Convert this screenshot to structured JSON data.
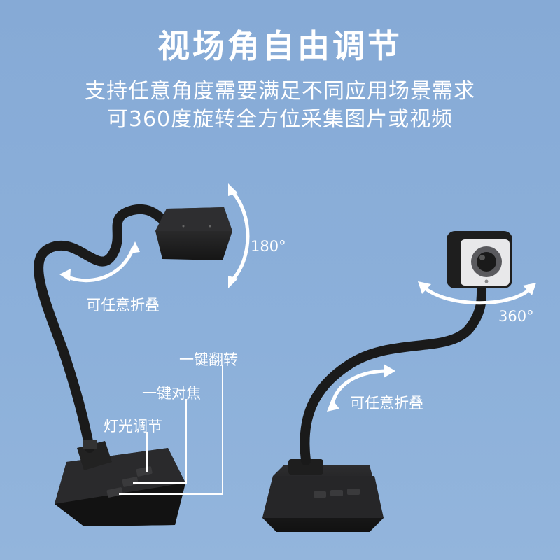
{
  "header": {
    "title": "视场角自由调节",
    "line1": "支持任意角度需要满足不同应用场景需求",
    "line2": "可360度旋转全方位采集图片或视频"
  },
  "left_device": {
    "angle_label": "180°",
    "fold_label": "可任意折叠",
    "button_labels": {
      "flip": "一键翻转",
      "focus": "一键对焦",
      "light": "灯光调节"
    }
  },
  "right_device": {
    "angle_label": "360°",
    "fold_label": "可任意折叠"
  },
  "colors": {
    "background": "#8aaed8",
    "device": "#1c1c1e",
    "text": "#ffffff"
  }
}
